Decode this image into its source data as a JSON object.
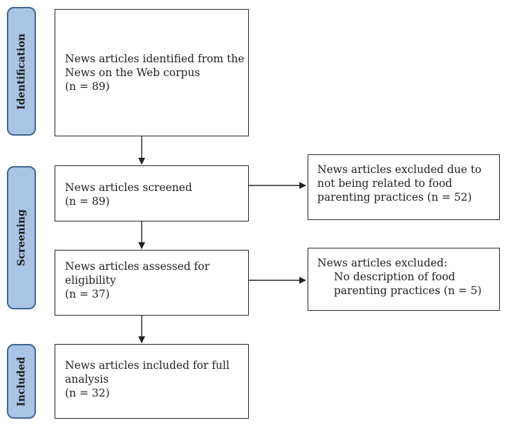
{
  "phases": {
    "identification": "Identification",
    "screening": "Screening",
    "included": "Included"
  },
  "boxes": {
    "identified": {
      "lines": [
        "News articles identified from the",
        "News on the Web corpus",
        "(n = 89)"
      ]
    },
    "screened": {
      "lines": [
        "News articles screened",
        "(n = 89)"
      ]
    },
    "excluded_unrelated": {
      "lines": [
        "News articles excluded due to",
        "not being related to food",
        "parenting practices (n = 52)"
      ]
    },
    "assessed": {
      "lines": [
        "News articles assessed for",
        "eligibility",
        "(n = 37)"
      ]
    },
    "excluded_no_description": {
      "lines": [
        "News articles excluded:",
        "No description of food",
        "parenting practices (n = 5)"
      ]
    },
    "included": {
      "lines": [
        "News articles included for full",
        "analysis",
        "(n = 32)"
      ]
    }
  }
}
